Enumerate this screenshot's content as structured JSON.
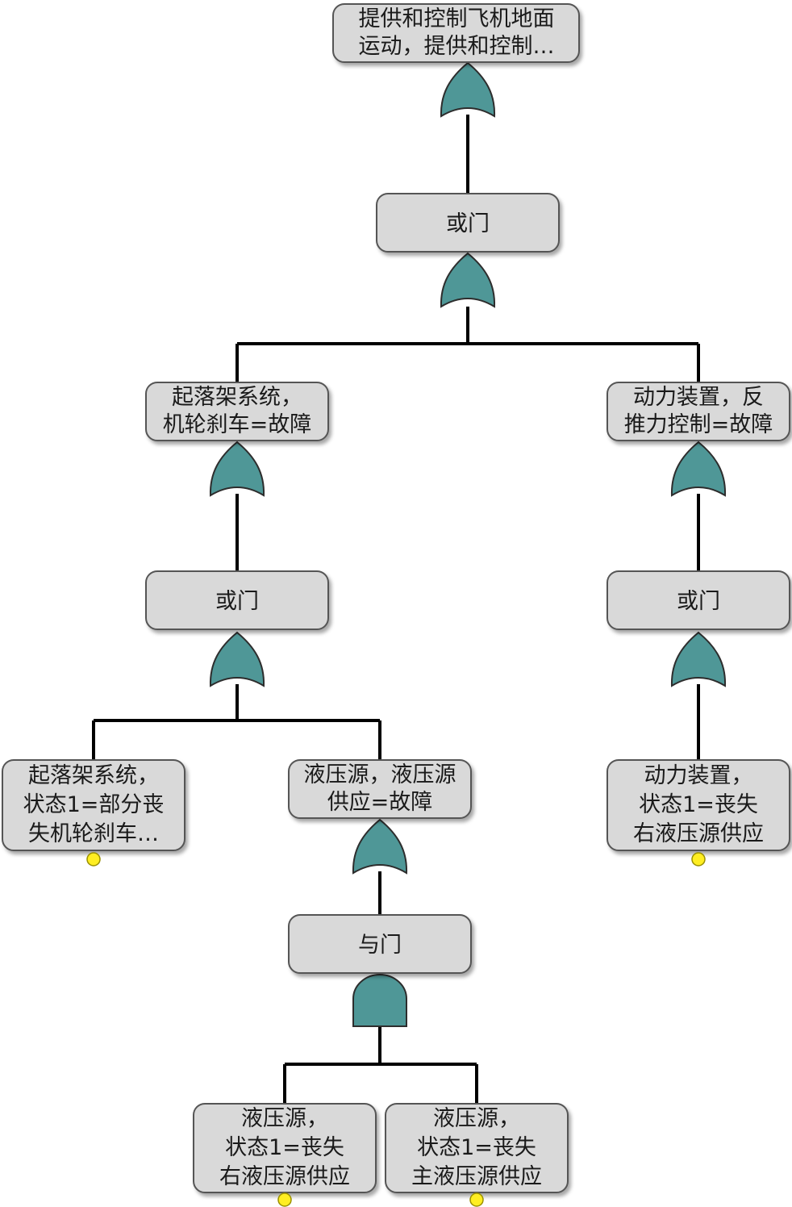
{
  "colors": {
    "gate_fill": "#4f9797",
    "box_fill": "#d9d9d9",
    "marker": "#ffee22",
    "wire": "#000000"
  },
  "nodes": {
    "top_event": {
      "lines": [
        "提供和控制飞机地面",
        "运动，提供和控制…"
      ]
    },
    "gate_top": {
      "lines": [
        "或门"
      ]
    },
    "landing_gear_event": {
      "lines": [
        "起落架系统，",
        "机轮刹车=故障"
      ]
    },
    "power_plant_event": {
      "lines": [
        "动力装置，反",
        "推力控制=故障"
      ]
    },
    "gate_landing": {
      "lines": [
        "或门"
      ]
    },
    "gate_power": {
      "lines": [
        "或门"
      ]
    },
    "basic_landing_gear": {
      "lines": [
        "起落架系统，",
        "状态1=部分丧",
        "失机轮刹车…"
      ]
    },
    "hydraulic_supply_event": {
      "lines": [
        "液压源，液压源",
        "供应=故障"
      ]
    },
    "basic_power_plant": {
      "lines": [
        "动力装置，",
        "状态1=丧失",
        "右液压源供应"
      ]
    },
    "gate_and": {
      "lines": [
        "与门"
      ]
    },
    "basic_hyd_right": {
      "lines": [
        "液压源，",
        "状态1=丧失",
        "右液压源供应"
      ]
    },
    "basic_hyd_main": {
      "lines": [
        "液压源，",
        "状态1=丧失",
        "主液压源供应"
      ]
    }
  }
}
